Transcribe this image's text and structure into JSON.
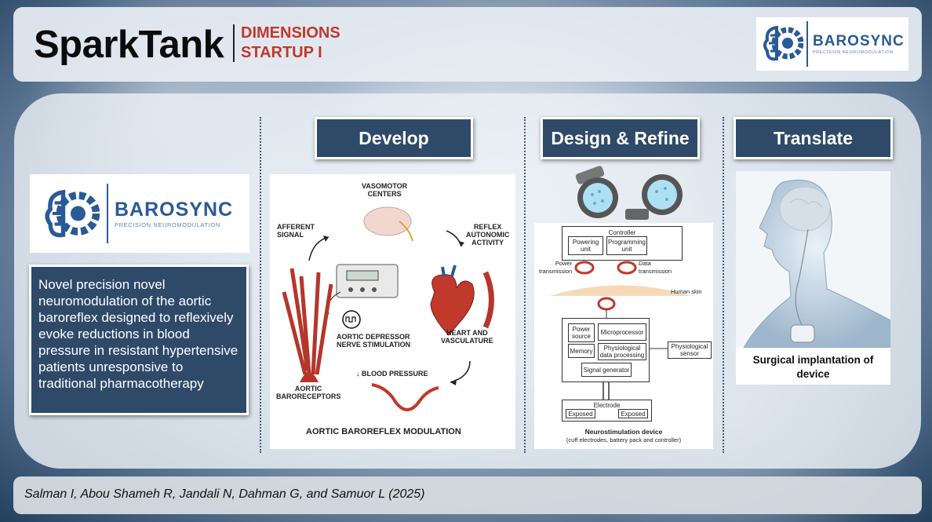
{
  "header": {
    "brand": "SparkTank",
    "sub_line1": "DIMENSIONS",
    "sub_line2": "STARTUP I"
  },
  "logo": {
    "name": "BAROSYNC",
    "tagline": "PRECISION NEUROMODULATION"
  },
  "description": "Novel precision novel neuromodulation of the aortic baroreflex designed to reflexively evoke reductions in blood pressure in resistant hypertensive patients unresponsive to traditional pharmacotherapy",
  "stages": {
    "develop": "Develop",
    "design": "Design & Refine",
    "translate": "Translate"
  },
  "develop_figure": {
    "vasomotor_l1": "VASOMOTOR",
    "vasomotor_l2": "CENTERS",
    "afferent_l1": "AFFERENT",
    "afferent_l2": "SIGNAL",
    "reflex_l1": "REFLEX",
    "reflex_l2": "AUTONOMIC",
    "reflex_l3": "ACTIVITY",
    "stim_l1": "AORTIC DEPRESSOR",
    "stim_l2": "NERVE STIMULATION",
    "heart_l1": "HEART AND",
    "heart_l2": "VASCULATURE",
    "bp": "↓ BLOOD PRESSURE",
    "baro_l1": "AORTIC",
    "baro_l2": "BARORECEPTORS",
    "title": "AORTIC BAROREFLEX MODULATION"
  },
  "design_figure": {
    "controller": "Controller",
    "powering_unit": "Powering unit",
    "programming_unit": "Programming unit",
    "power_tx_l1": "Power",
    "power_tx_l2": "transmission",
    "data_tx_l1": "Data",
    "data_tx_l2": "transmission",
    "human_skin": "Human skin",
    "power_source": "Power source",
    "microprocessor": "Microprocessor",
    "memory": "Memory",
    "physio_processing": "Physiological data processing",
    "physio_sensor": "Physiological sensor",
    "signal_generator": "Signal generator",
    "electrode": "Electrode",
    "exposed_left": "Exposed",
    "exposed_right": "Exposed",
    "caption_title": "Neurostimulation device",
    "caption_sub": "(cuff electrodes, battery pack and controller)"
  },
  "translate_figure": {
    "caption": "Surgical implantation of device"
  },
  "citation": "Salman I, Abou Shameh R, Jandali N, Dahman G, and Samuor L (2025)",
  "colors": {
    "stage_blue": "#2f4a68",
    "brand_red": "#c0392b",
    "logo_blue": "#2a5a96",
    "accent_red": "#c0392b"
  }
}
